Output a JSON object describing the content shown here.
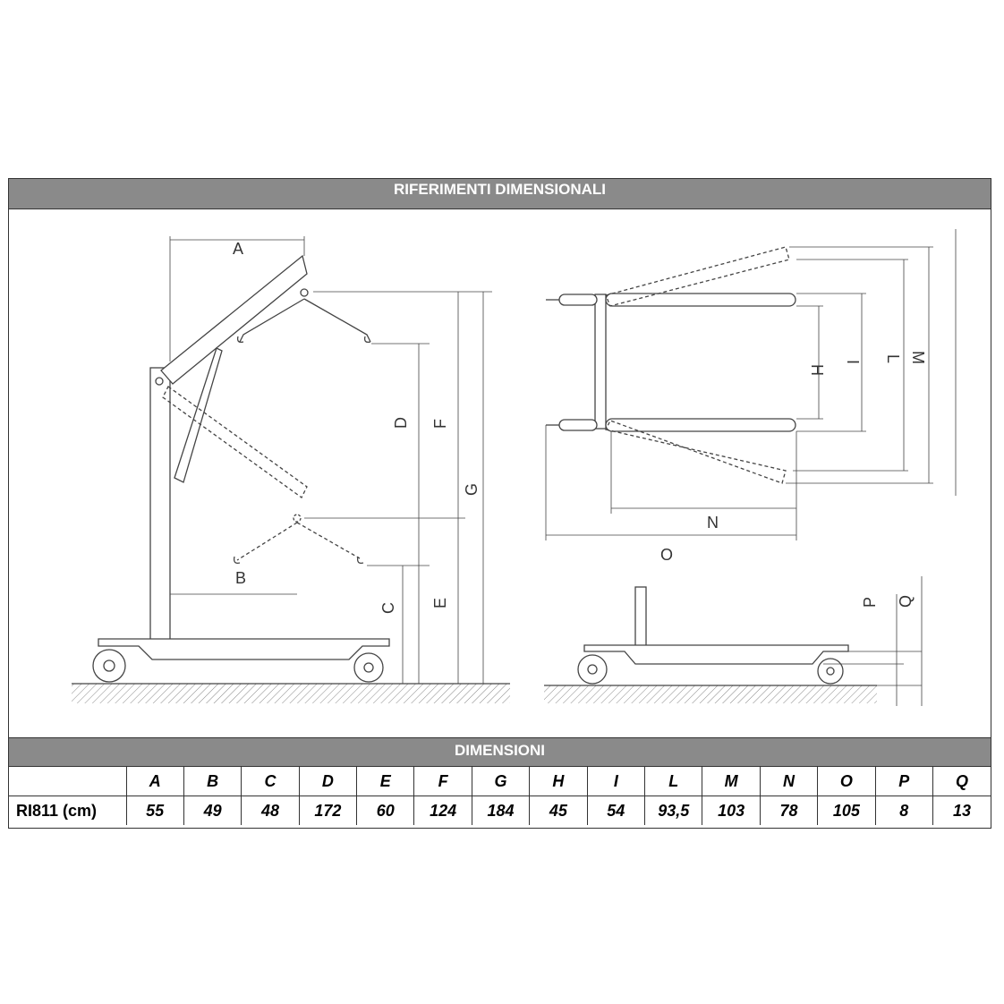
{
  "title": "RIFERIMENTI DIMENSIONALI",
  "dimensions_title": "DIMENSIONI",
  "drawing_labels": {
    "A": "A",
    "B": "B",
    "C": "C",
    "D": "D",
    "E": "E",
    "F": "F",
    "G": "G",
    "H": "H",
    "I": "I",
    "L": "L",
    "M": "M",
    "N": "N",
    "O": "O",
    "P": "P",
    "Q": "Q"
  },
  "table": {
    "headers": [
      "",
      "A",
      "B",
      "C",
      "D",
      "E",
      "F",
      "G",
      "H",
      "I",
      "L",
      "M",
      "N",
      "O",
      "P",
      "Q"
    ],
    "rows": [
      [
        "RI811 (cm)",
        "55",
        "49",
        "48",
        "172",
        "60",
        "124",
        "184",
        "45",
        "54",
        "93,5",
        "103",
        "78",
        "105",
        "8",
        "13"
      ]
    ]
  }
}
